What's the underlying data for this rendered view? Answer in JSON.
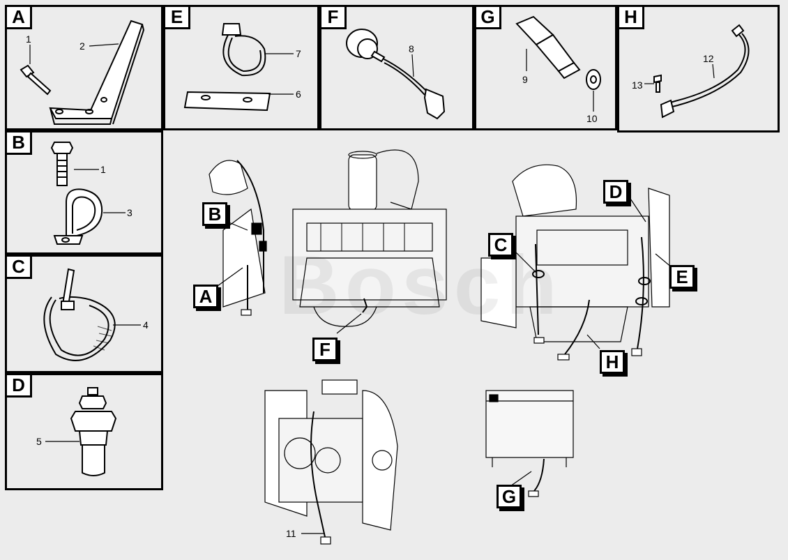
{
  "panels": {
    "A": {
      "label": "A",
      "callouts": [
        "1",
        "2"
      ]
    },
    "B": {
      "label": "B",
      "callouts": [
        "1",
        "3"
      ]
    },
    "C": {
      "label": "C",
      "callouts": [
        "4"
      ]
    },
    "D": {
      "label": "D",
      "callouts": [
        "5"
      ]
    },
    "E": {
      "label": "E",
      "callouts": [
        "7",
        "6"
      ]
    },
    "F": {
      "label": "F",
      "callouts": [
        "8"
      ]
    },
    "G": {
      "label": "G",
      "callouts": [
        "9",
        "10"
      ]
    },
    "H": {
      "label": "H",
      "callouts": [
        "12",
        "13"
      ]
    }
  },
  "engine_tags": {
    "left": [
      "B",
      "A",
      "F"
    ],
    "right": [
      "D",
      "C",
      "E",
      "H"
    ],
    "bottom_box": "G"
  },
  "bottom_callout": "11",
  "watermark": "Bosch"
}
